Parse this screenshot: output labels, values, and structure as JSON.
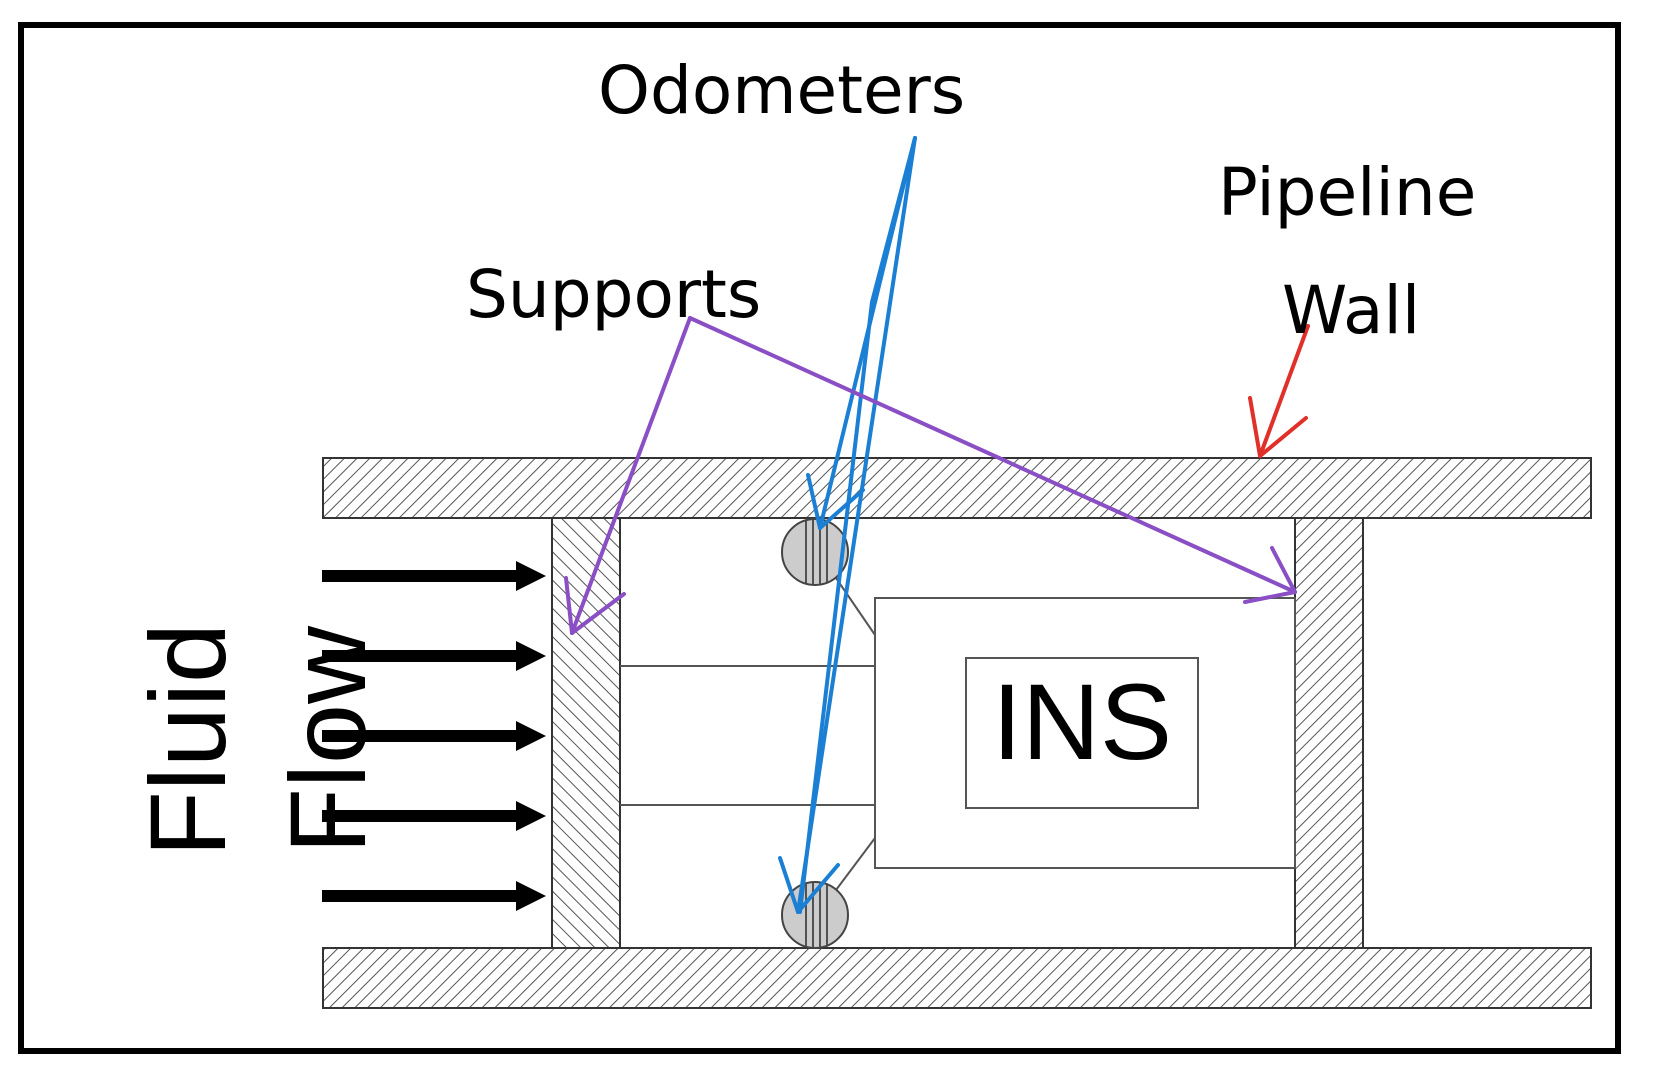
{
  "labels": {
    "odometers": "Odometers",
    "pipeline": "Pipeline",
    "wall": "Wall",
    "supports": "Supports",
    "ins": "INS",
    "fluid": "Fluid",
    "flow": "Flow"
  },
  "colors": {
    "frame": "#000000",
    "hatch": "#555555",
    "odometer_fill": "#cccccc",
    "odometer_arrow": "#1b7fd4",
    "support_arrow": "#8a4fc4",
    "wall_arrow": "#e0302a",
    "flow_arrow": "#000000"
  }
}
